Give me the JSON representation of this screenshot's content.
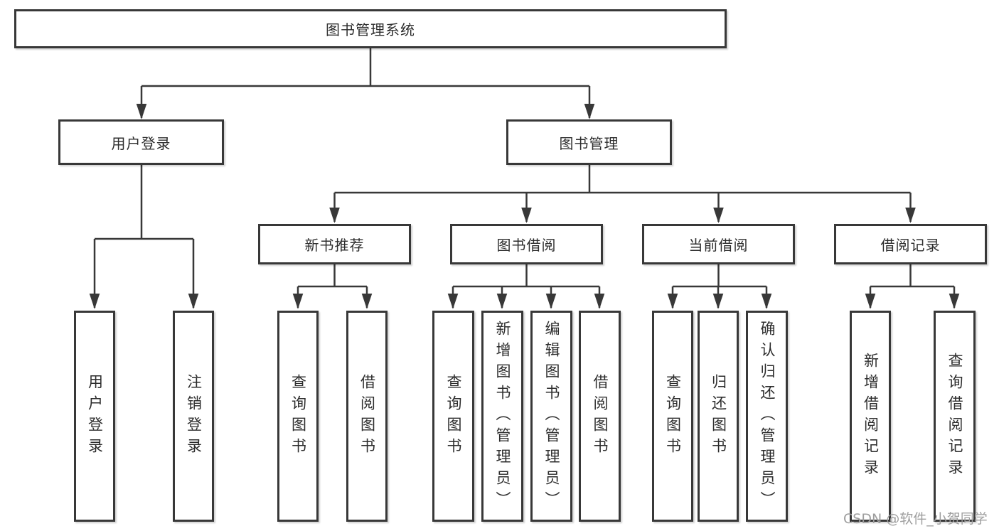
{
  "diagram": {
    "root": {
      "label": "图书管理系统"
    },
    "level2": [
      {
        "label": "用户登录"
      },
      {
        "label": "图书管理"
      }
    ],
    "level3": [
      {
        "label": "新书推荐"
      },
      {
        "label": "图书借阅"
      },
      {
        "label": "当前借阅"
      },
      {
        "label": "借阅记录"
      }
    ],
    "leaves": {
      "user_login": [
        "用户登录",
        "注销登录"
      ],
      "new_books": [
        "查询图书",
        "借阅图书"
      ],
      "book_borrow": [
        "查询图书",
        "新增图书（管理员）",
        "编辑图书（管理员）",
        "借阅图书"
      ],
      "current_borrow": [
        "查询图书",
        "归还图书",
        "确认归还（管理员）"
      ],
      "borrow_records": [
        "新增借阅记录",
        "查询借阅记录"
      ]
    }
  },
  "watermark": {
    "text": "CSDN @软件_小贺同学"
  },
  "colors": {
    "line": "#383838",
    "text": "#2d2d2d",
    "background": "#ffffff",
    "watermark": "#9e9e9e"
  }
}
